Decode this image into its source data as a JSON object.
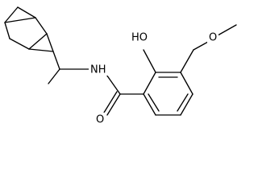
{
  "molecule": {
    "atom_labels": {
      "nh": "NH",
      "hydroxyl": "HO",
      "carbonyl_oxygen": "O",
      "ether_oxygen": "O"
    },
    "colors": {
      "bond": "#000000",
      "text": "#000000",
      "background": "#ffffff"
    }
  }
}
